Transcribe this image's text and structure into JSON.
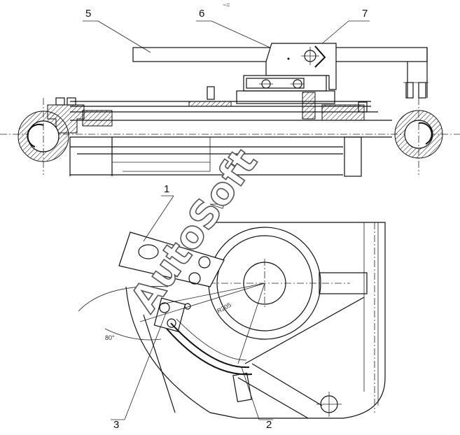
{
  "labels": {
    "l5": "5",
    "l6": "6",
    "l7": "7",
    "l1": "1",
    "l2": "2",
    "l3": "3"
  },
  "dimensions": {
    "angle": "80°",
    "radius": "R205"
  },
  "top_mark": "~=",
  "watermark": "AutoSoft"
}
